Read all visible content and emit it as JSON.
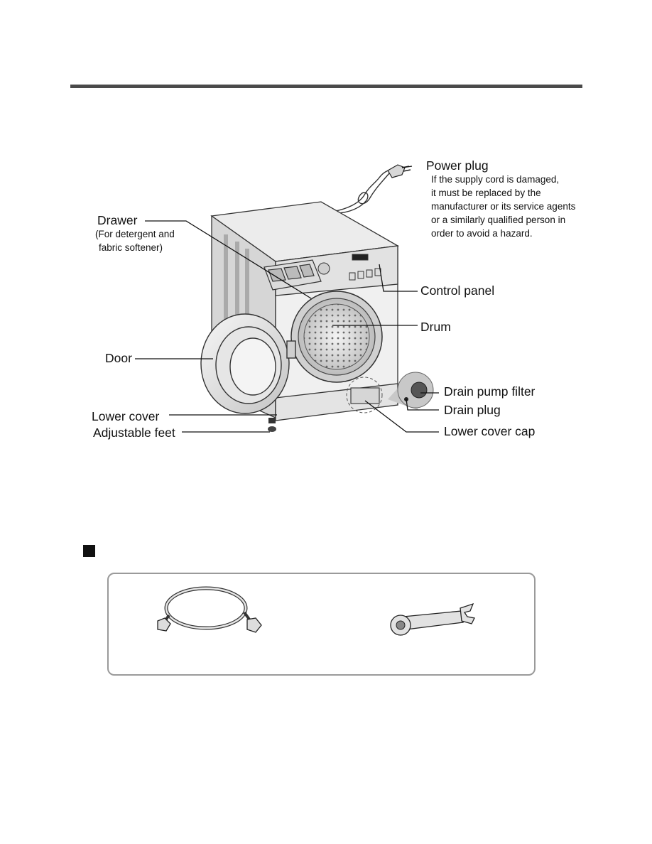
{
  "labels": {
    "power_plug": "Power plug",
    "power_plug_note": [
      "If the supply cord is damaged,",
      "it must be replaced by the",
      "manufacturer or its service agents",
      "or a similarly qualified person in",
      "order to avoid a hazard."
    ],
    "drawer": "Drawer",
    "drawer_sub": [
      "(For detergent and",
      "fabric softener)"
    ],
    "control_panel": "Control panel",
    "drum": "Drum",
    "door": "Door",
    "drain_pump_filter": "Drain pump filter",
    "drain_plug": "Drain plug",
    "lower_cover": "Lower cover",
    "lower_cover_cap": "Lower cover cap",
    "adjustable_feet": "Adjustable feet"
  },
  "icons": {
    "section_marker": "black-square-icon",
    "accessory_1": "inlet-hose-icon",
    "accessory_2": "spanner-icon"
  },
  "colors": {
    "rule": "#4a4a4a",
    "box_border": "#9a9a9a",
    "machine_body": "#e8e8e8"
  }
}
